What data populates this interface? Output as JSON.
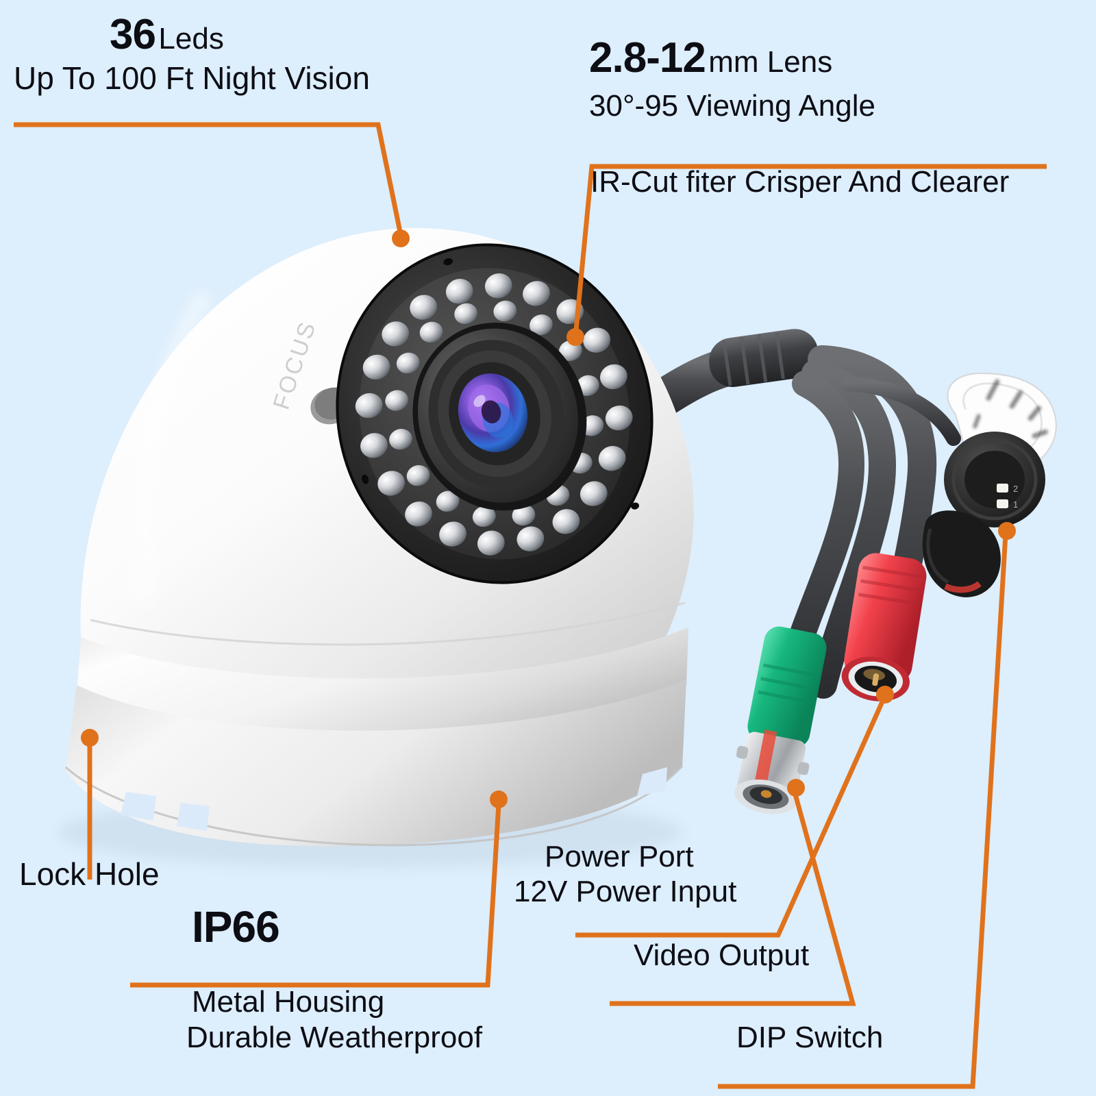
{
  "theme": {
    "background": "#ddeefc",
    "leader_color": "#e0721c",
    "text_color": "#0d0d14",
    "body_white": "#fdfdfd",
    "body_shadow": "#c9c9c9",
    "lens_ring_dark": "#262626",
    "lens_iris_purple": "#7a4fd0",
    "lens_iris_blue": "#2f7fe0",
    "cable_gray": "#4a4a4d",
    "connector_green": "#19b57e",
    "connector_red": "#f0424a",
    "connector_metal": "#c9cbcc"
  },
  "callouts": {
    "leds": {
      "value": "36",
      "unit": "Leds",
      "subtitle": "Up To 100 Ft Night Vision"
    },
    "lens": {
      "value": "2.8-12",
      "unit": "mm Lens",
      "subtitle": "30°-95 Viewing Angle"
    },
    "ircut": {
      "label": "IR-Cut fiter Crisper And Clearer"
    },
    "lock_hole": {
      "label": "Lock Hole"
    },
    "ip66": {
      "value": "IP66",
      "line1": "Metal Housing",
      "line2": "Durable Weatherproof"
    },
    "power_port": {
      "line1": "Power Port",
      "line2": "12V Power Input"
    },
    "video_output": {
      "label": "Video Output"
    },
    "dip_switch": {
      "label": "DIP Switch"
    }
  },
  "product": {
    "body_marking": "FOCUS",
    "type": "dome-security-camera"
  }
}
